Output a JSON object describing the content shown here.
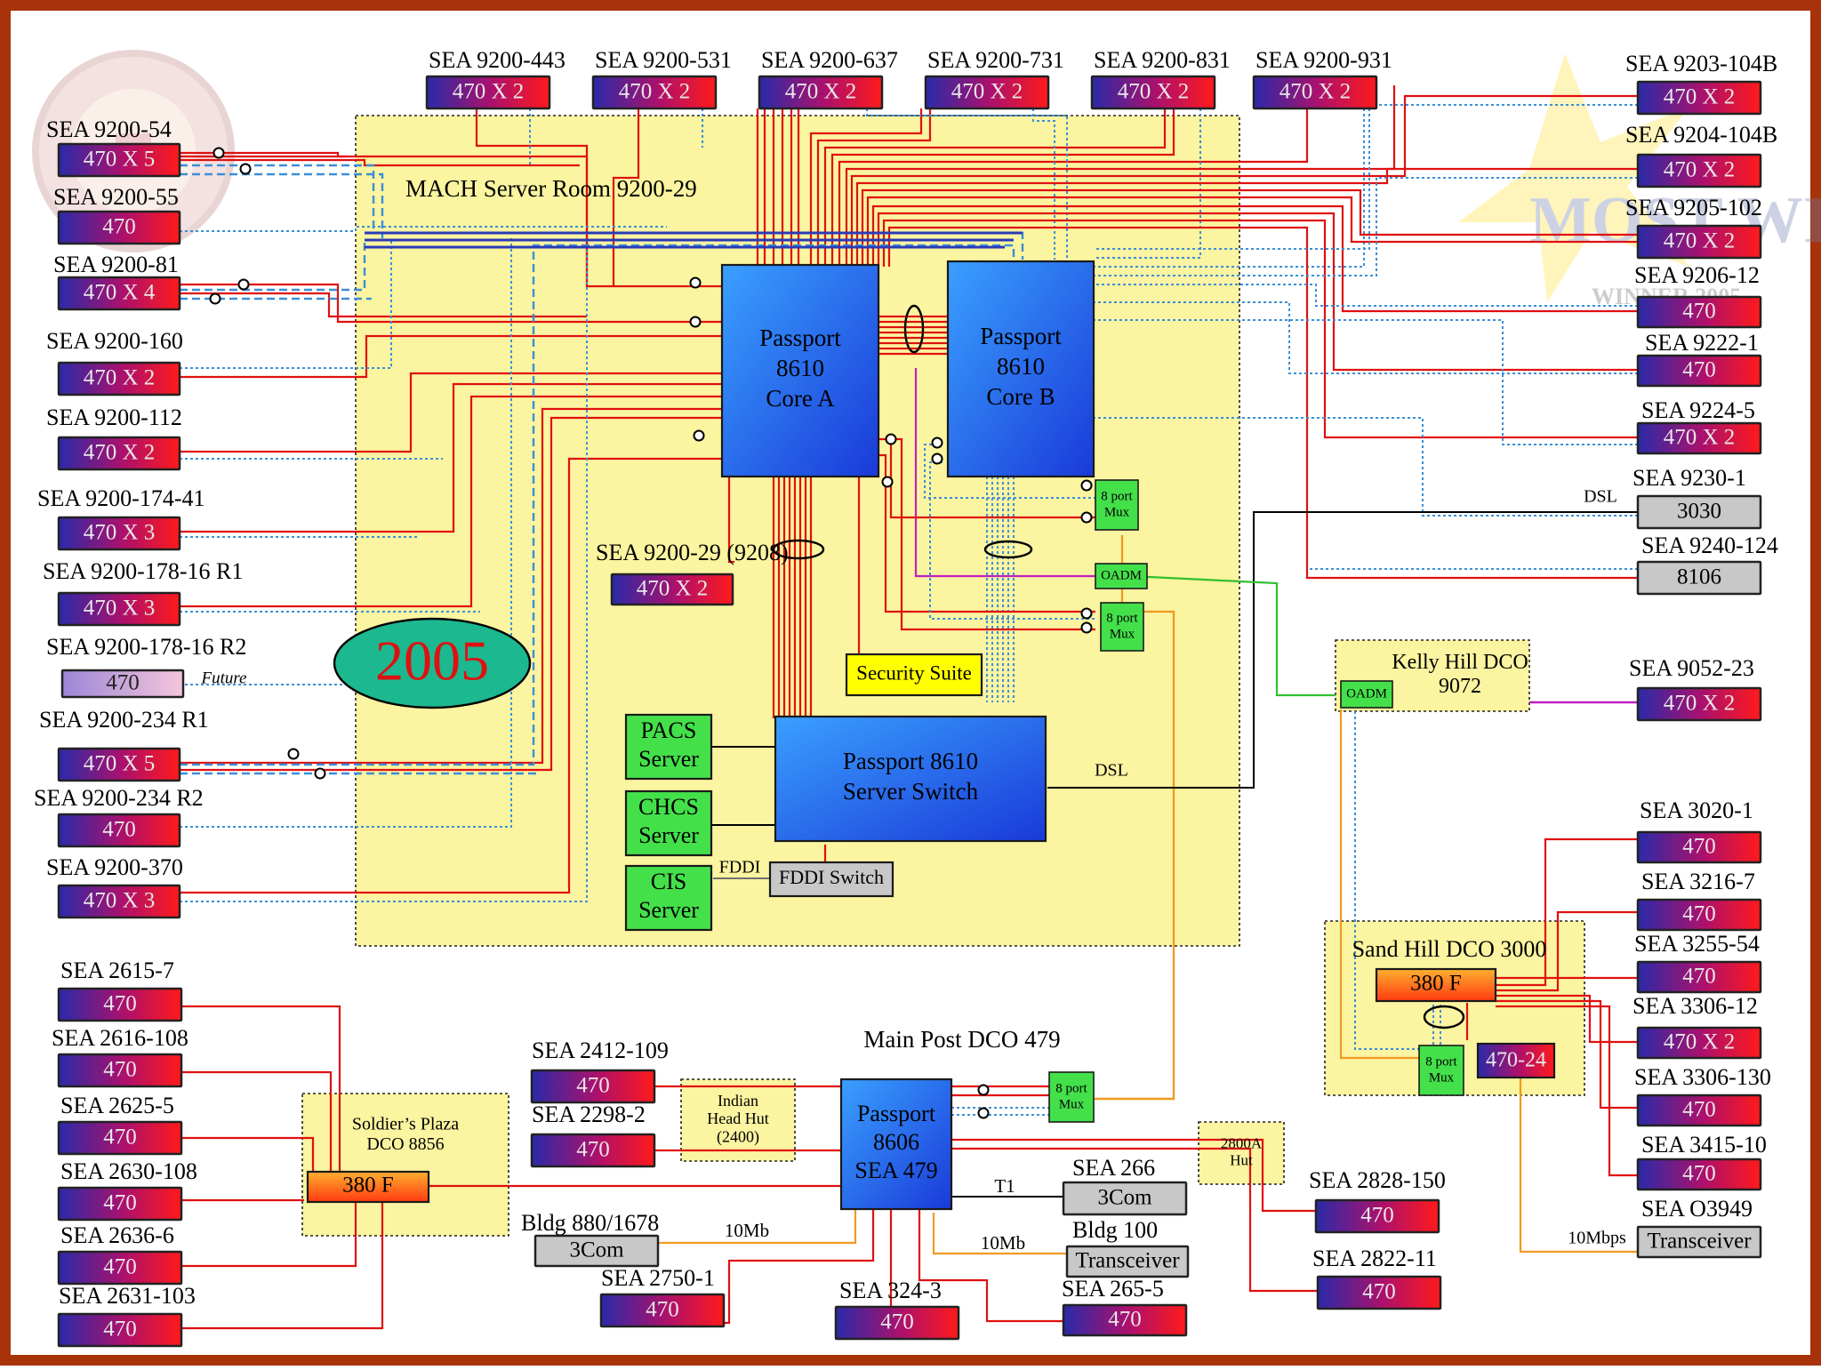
{
  "colors": {
    "frame": "#a8320a",
    "zone_fill": "#fbf4a0",
    "link_red": "#e01010",
    "link_blue": "#3a8fd8",
    "link_orange": "#f09a20",
    "link_green": "#30c030",
    "link_magenta": "#c020c0",
    "core_blue": "#2a7ae8",
    "green_box": "#44e04a",
    "yellow_box": "#ffff00",
    "gray_box": "#c8c8c8",
    "year_ellipse": "#1cb890",
    "year_text": "#e01010"
  },
  "zones": [
    {
      "id": "mach",
      "label": "MACH Server Room 9200-29"
    },
    {
      "id": "kelly",
      "label": "Kelly Hill DCO\n9072"
    },
    {
      "id": "sand",
      "label": "Sand Hill DCO 3000"
    },
    {
      "id": "soldiers",
      "label": "Soldier’s Plaza\nDCO 8856"
    },
    {
      "id": "indian",
      "label": "Indian\nHead Hut\n(2400)"
    },
    {
      "id": "hut2800",
      "label": "2800A\nHut"
    }
  ],
  "main_post_label": "Main Post  DCO 479",
  "year_label": "2005",
  "logo_text": "MOST WIRED",
  "logo_sub": "WINNER 2005",
  "devices": {
    "coreA": "Passport\n8610\nCore A",
    "coreB": "Passport\n8610\nCore B",
    "server_switch": "Passport 8610\nServer Switch",
    "pp8606": "Passport\n8606\nSEA 479",
    "pacs": "PACS\nServer",
    "chcs": "CHCS\nServer",
    "cis": "CIS\nServer",
    "security": "Security Suite",
    "fddi_switch": "FDDI Switch",
    "mux1": "8 port\nMux",
    "mux2": "8 port\nMux",
    "mux3": "8 port\nMux",
    "mux4": "8 port\nMux",
    "oadm1": "OADM",
    "oadm2": "OADM",
    "f380_sand": "380 F",
    "f380_soldiers": "380 F",
    "sand_470_24": "470-24"
  },
  "link_labels": {
    "dsl_top": "DSL",
    "dsl_switch": "DSL",
    "fddi": "FDDI",
    "t1": "T1",
    "tenmb_left": "10Mb",
    "tenmb_right": "10Mb",
    "tenmbps": "10Mbps",
    "future": "Future"
  },
  "sites": [
    {
      "id": "s443",
      "name": "SEA 9200-443",
      "box": "470 X 2"
    },
    {
      "id": "s531",
      "name": "SEA 9200-531",
      "box": "470 X 2"
    },
    {
      "id": "s637",
      "name": "SEA 9200-637",
      "box": "470 X 2"
    },
    {
      "id": "s731",
      "name": "SEA 9200-731",
      "box": "470 X 2"
    },
    {
      "id": "s831",
      "name": "SEA 9200-831",
      "box": "470 X 2"
    },
    {
      "id": "s931",
      "name": "SEA 9200-931",
      "box": "470 X 2"
    },
    {
      "id": "s54",
      "name": "SEA 9200-54",
      "box": "470 X 5"
    },
    {
      "id": "s55",
      "name": "SEA 9200-55",
      "box": "470"
    },
    {
      "id": "s81",
      "name": "SEA 9200-81",
      "box": "470 X 4"
    },
    {
      "id": "s160",
      "name": "SEA 9200-160",
      "box": "470 X 2"
    },
    {
      "id": "s112",
      "name": "SEA 9200-112",
      "box": "470 X 2"
    },
    {
      "id": "s174",
      "name": "SEA 9200-174-41",
      "box": "470 X 3"
    },
    {
      "id": "s178r1",
      "name": "SEA 9200-178-16 R1",
      "box": "470 X 3"
    },
    {
      "id": "s178r2",
      "name": "SEA 9200-178-16 R2",
      "box": "470"
    },
    {
      "id": "s234r1",
      "name": "SEA 9200-234 R1",
      "box": "470 X 5"
    },
    {
      "id": "s234r2",
      "name": "SEA 9200-234 R2",
      "box": "470"
    },
    {
      "id": "s370",
      "name": "SEA 9200-370",
      "box": "470 X 3"
    },
    {
      "id": "s29",
      "name": "SEA 9200-29 (9208)",
      "box": "470 X 2"
    },
    {
      "id": "s9203",
      "name": "SEA 9203-104B",
      "box": "470 X 2"
    },
    {
      "id": "s9204",
      "name": "SEA 9204-104B",
      "box": "470 X 2"
    },
    {
      "id": "s9205",
      "name": "SEA 9205-102",
      "box": "470 X 2"
    },
    {
      "id": "s9206",
      "name": "SEA 9206-12",
      "box": "470"
    },
    {
      "id": "s9222",
      "name": "SEA 9222-1",
      "box": "470"
    },
    {
      "id": "s9224",
      "name": "SEA 9224-5",
      "box": "470 X 2"
    },
    {
      "id": "s9230",
      "name": "SEA 9230-1",
      "box": "3030"
    },
    {
      "id": "s9240",
      "name": "SEA 9240-124",
      "box": "8106"
    },
    {
      "id": "s9052",
      "name": "SEA 9052-23",
      "box": "470 X 2"
    },
    {
      "id": "s3020",
      "name": "SEA 3020-1",
      "box": "470"
    },
    {
      "id": "s3216",
      "name": "SEA 3216-7",
      "box": "470"
    },
    {
      "id": "s3255",
      "name": "SEA 3255-54",
      "box": "470"
    },
    {
      "id": "s3306a",
      "name": "SEA 3306-12",
      "box": "470 X 2"
    },
    {
      "id": "s3306b",
      "name": "SEA 3306-130",
      "box": "470"
    },
    {
      "id": "s3415",
      "name": "SEA 3415-10",
      "box": "470"
    },
    {
      "id": "sO3949",
      "name": "SEA O3949",
      "box": "Transceiver"
    },
    {
      "id": "s2615",
      "name": "SEA 2615-7",
      "box": "470"
    },
    {
      "id": "s2616",
      "name": "SEA 2616-108",
      "box": "470"
    },
    {
      "id": "s2625",
      "name": "SEA 2625-5",
      "box": "470"
    },
    {
      "id": "s2630",
      "name": "SEA 2630-108",
      "box": "470"
    },
    {
      "id": "s2636",
      "name": "SEA 2636-6",
      "box": "470"
    },
    {
      "id": "s2631",
      "name": "SEA 2631-103",
      "box": "470"
    },
    {
      "id": "s2412",
      "name": "SEA 2412-109",
      "box": "470"
    },
    {
      "id": "s2298",
      "name": "SEA 2298-2",
      "box": "470"
    },
    {
      "id": "s880",
      "name": "Bldg 880/1678",
      "box": "3Com"
    },
    {
      "id": "s2750",
      "name": "SEA 2750-1",
      "box": "470"
    },
    {
      "id": "s324",
      "name": "SEA 324-3",
      "box": "470"
    },
    {
      "id": "s265",
      "name": "SEA 265-5",
      "box": "470"
    },
    {
      "id": "s266",
      "name": "SEA 266",
      "box": "3Com"
    },
    {
      "id": "sb100",
      "name": "Bldg 100",
      "box": "Transceiver"
    },
    {
      "id": "s2828",
      "name": "SEA 2828-150",
      "box": "470"
    },
    {
      "id": "s2822",
      "name": "SEA 2822-11",
      "box": "470"
    }
  ]
}
